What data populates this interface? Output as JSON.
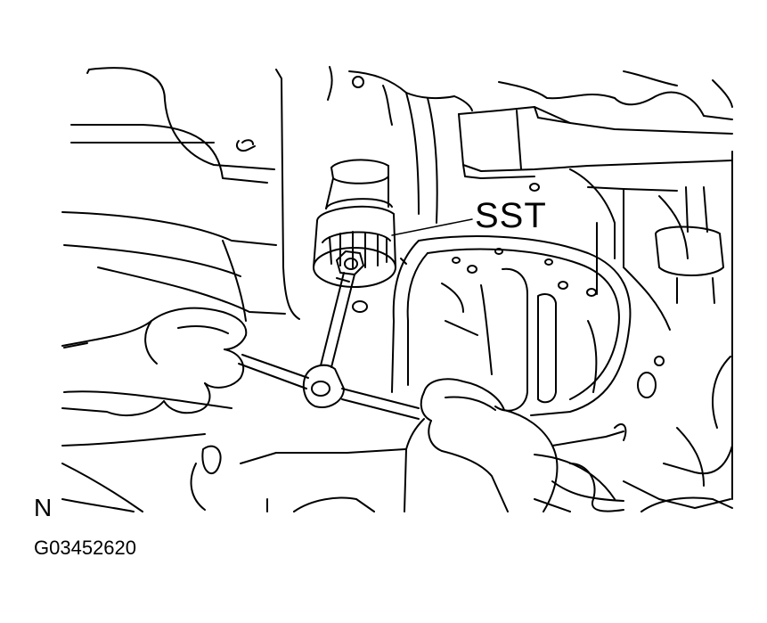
{
  "figure": {
    "callout_label": "SST",
    "view_label": "N",
    "figure_id": "G03452620"
  },
  "colors": {
    "line": "#000000",
    "background": "#ffffff"
  }
}
